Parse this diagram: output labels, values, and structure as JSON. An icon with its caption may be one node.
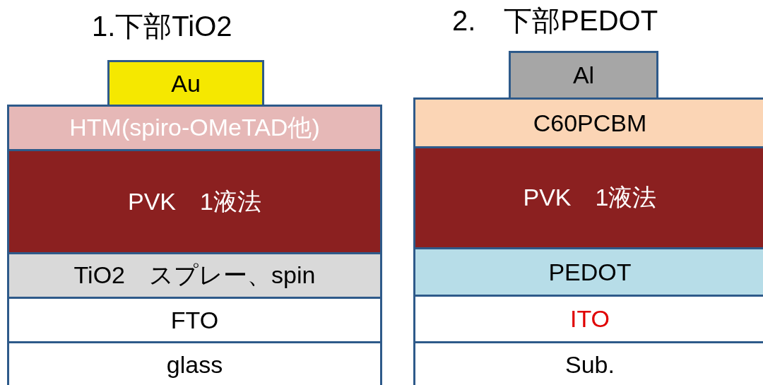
{
  "diagram": {
    "nodes": [
      {
        "text": [
          "Au"
        ]
      },
      {
        "text": [
          "HTM(spiro-OMeTAD他)"
        ]
      },
      {
        "text": [
          "PVK　1液法"
        ]
      },
      {
        "text": [
          "TiO2　スプレー、spin"
        ]
      },
      {
        "text": [
          "FTO"
        ]
      },
      {
        "text": [
          "glass"
        ]
      },
      {
        "text": [
          "Al"
        ]
      },
      {
        "text": [
          "C60PCBM"
        ]
      },
      {
        "text": [
          "PVK　1液法"
        ]
      },
      {
        "text": [
          "PEDOT"
        ]
      },
      {
        "text": [
          "ITO"
        ]
      },
      {
        "text": [
          "Sub."
        ]
      }
    ],
    "labels": [
      "1.下部TiO2",
      "2.　下部PEDOT"
    ]
  }
}
